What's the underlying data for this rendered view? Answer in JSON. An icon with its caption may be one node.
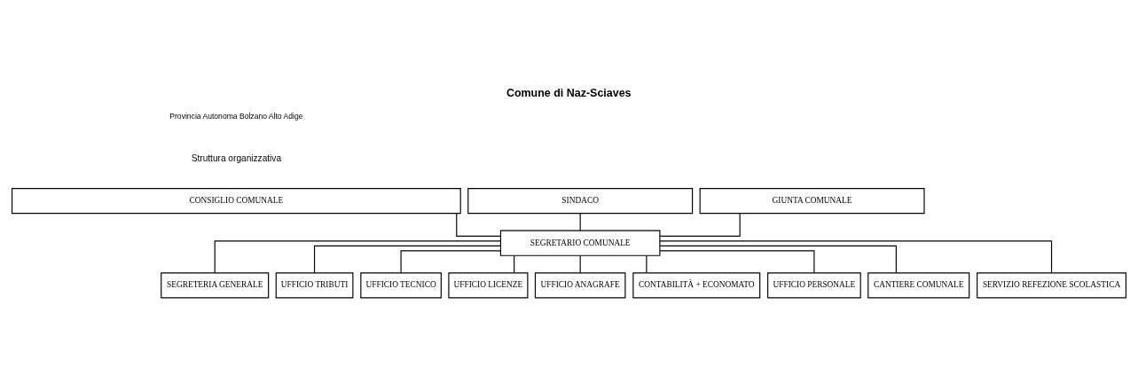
{
  "diagram": {
    "title": "Comune di Naz-Sciaves",
    "nodes": [
      {
        "text": [
          "CONSIGLIO COMUNALE"
        ]
      },
      {
        "text": [
          "GIUNTA COMUNALE"
        ]
      },
      {
        "text": [
          "SINDACO"
        ]
      },
      {
        "text": [
          "SEGRETARIO COMUNALE"
        ]
      },
      {
        "text": [
          "SEGRETERIA GENERALE"
        ]
      },
      {
        "text": [
          "UFFICIO TRIBUTI"
        ]
      },
      {
        "text": [
          "UFFICIO TECNICO"
        ]
      },
      {
        "text": [
          "UFFICIO LICENZE"
        ]
      },
      {
        "text": [
          "UFFICIO ANAGRAFE"
        ]
      },
      {
        "text": [
          "CONTABILITÀ + ECONOMATO"
        ]
      },
      {
        "text": [
          "UFFICIO PERSONALE"
        ]
      },
      {
        "text": [
          "CANTIERE COMUNALE"
        ]
      },
      {
        "text": [
          "SERVIZIO REFEZIONE SCOLASTICA"
        ]
      }
    ],
    "edges": [
      {
        "from": 0,
        "to": 3,
        "arrow": "none"
      },
      {
        "from": 1,
        "to": 3,
        "arrow": "none"
      },
      {
        "from": 2,
        "to": 3,
        "arrow": "none"
      },
      {
        "from": 3,
        "to": 4,
        "arrow": "none"
      },
      {
        "from": 3,
        "to": 5,
        "arrow": "none"
      },
      {
        "from": 3,
        "to": 6,
        "arrow": "none"
      },
      {
        "from": 3,
        "to": 7,
        "arrow": "none"
      },
      {
        "from": 3,
        "to": 8,
        "arrow": "none"
      },
      {
        "from": 3,
        "to": 9,
        "arrow": "none"
      },
      {
        "from": 3,
        "to": 10,
        "arrow": "none"
      },
      {
        "from": 3,
        "to": 11,
        "arrow": "none"
      },
      {
        "from": 3,
        "to": 12,
        "arrow": "none"
      }
    ],
    "labels": [
      "Provincia Autonoma Bolzano Alto Adige",
      "Struttura organizzativa"
    ]
  }
}
